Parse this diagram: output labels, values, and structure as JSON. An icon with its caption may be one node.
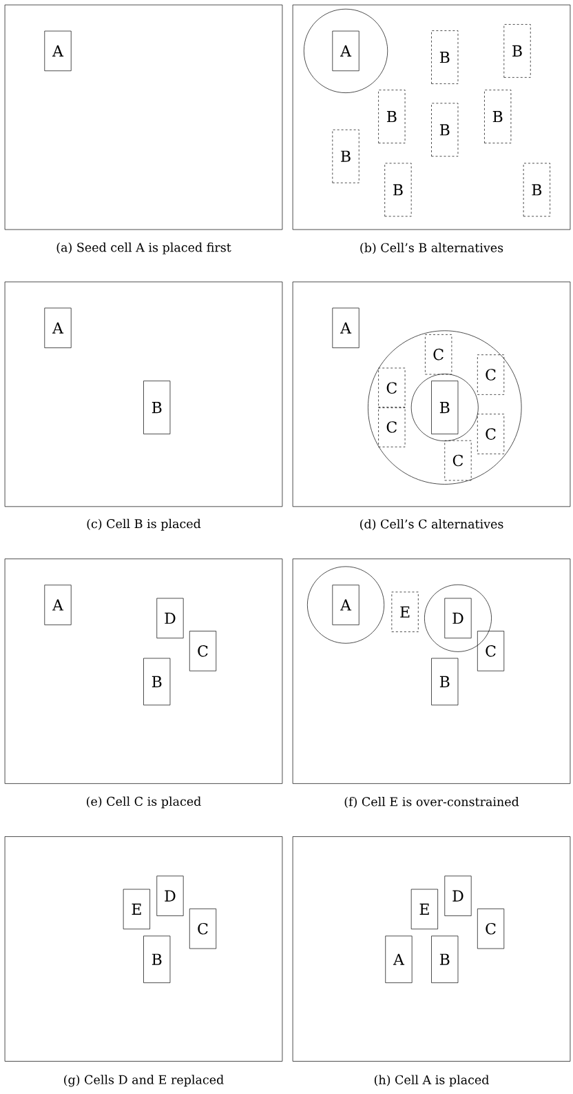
{
  "diagram": {
    "nodes": [
      {
        "text": [],
        "shape": "box",
        "beside": [
          "(a) Seed cell A is placed first"
        ]
      },
      {
        "text": [
          "A"
        ],
        "in": 0
      },
      {
        "text": [],
        "shape": "box",
        "beside": [
          "(b) Cell’s B alternatives"
        ]
      },
      {
        "text": [],
        "shape": "circle",
        "in": 2
      },
      {
        "text": [
          "A"
        ],
        "in": 3
      },
      {
        "text": [
          "B"
        ],
        "in": 2
      },
      {
        "text": [
          "B"
        ],
        "in": 2
      },
      {
        "text": [
          "B"
        ],
        "in": 2
      },
      {
        "text": [
          "B"
        ],
        "in": 2
      },
      {
        "text": [
          "B"
        ],
        "in": 2
      },
      {
        "text": [
          "B"
        ],
        "in": 2
      },
      {
        "text": [
          "B"
        ],
        "in": 2
      },
      {
        "text": [
          "B"
        ],
        "in": 2
      },
      {
        "text": [],
        "shape": "box",
        "beside": [
          "(c) Cell B is placed"
        ]
      },
      {
        "text": [
          "A"
        ],
        "in": 13
      },
      {
        "text": [
          "B"
        ],
        "in": 13
      },
      {
        "text": [],
        "shape": "box",
        "beside": [
          "(d) Cell’s C alternatives"
        ]
      },
      {
        "text": [
          "A"
        ],
        "in": 16
      },
      {
        "text": [],
        "shape": "circle",
        "in": 16
      },
      {
        "text": [],
        "shape": "circle",
        "in": 18
      },
      {
        "text": [
          "B"
        ],
        "in": 19
      },
      {
        "text": [
          "C"
        ],
        "in": 18
      },
      {
        "text": [
          "C"
        ],
        "in": 18
      },
      {
        "text": [
          "C"
        ],
        "in": 18
      },
      {
        "text": [
          "C"
        ],
        "in": 18
      },
      {
        "text": [
          "C"
        ],
        "in": 18
      },
      {
        "text": [
          "C"
        ],
        "in": 18
      },
      {
        "text": [],
        "shape": "box",
        "beside": [
          "(e) Cell C is placed"
        ]
      },
      {
        "text": [
          "A"
        ],
        "in": 27
      },
      {
        "text": [
          "D"
        ],
        "in": 27
      },
      {
        "text": [
          "C"
        ],
        "in": 27
      },
      {
        "text": [
          "B"
        ],
        "in": 27
      },
      {
        "text": [],
        "shape": "box",
        "beside": [
          "(f) Cell E is over-constrained"
        ]
      },
      {
        "text": [],
        "shape": "circle",
        "in": 32
      },
      {
        "text": [
          "A"
        ],
        "in": 33
      },
      {
        "text": [
          "E"
        ],
        "in": 32
      },
      {
        "text": [],
        "shape": "circle",
        "in": 32
      },
      {
        "text": [
          "D"
        ],
        "in": 36
      },
      {
        "text": [
          "C"
        ],
        "in": 32
      },
      {
        "text": [
          "B"
        ],
        "in": 32
      },
      {
        "text": [],
        "shape": "box",
        "beside": [
          "(g) Cells D and E replaced"
        ]
      },
      {
        "text": [
          "D"
        ],
        "in": 40
      },
      {
        "text": [
          "E"
        ],
        "in": 40
      },
      {
        "text": [
          "C"
        ],
        "in": 40
      },
      {
        "text": [
          "B"
        ],
        "in": 40
      },
      {
        "text": [],
        "shape": "box",
        "beside": [
          "(h) Cell A is placed"
        ]
      },
      {
        "text": [
          "D"
        ],
        "in": 45
      },
      {
        "text": [
          "E"
        ],
        "in": 45
      },
      {
        "text": [
          "C"
        ],
        "in": 45
      },
      {
        "text": [
          "A"
        ],
        "in": 45
      },
      {
        "text": [
          "B"
        ],
        "in": 45
      }
    ]
  }
}
